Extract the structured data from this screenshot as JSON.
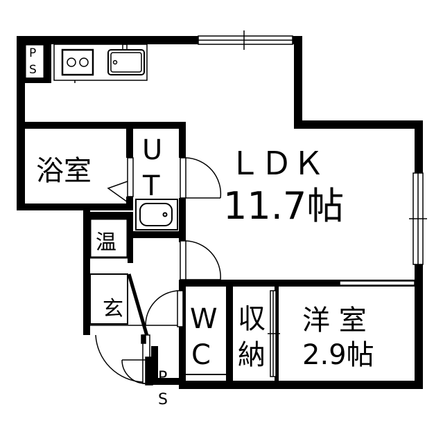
{
  "rooms": {
    "ldk_name": "ＬＤＫ",
    "ldk_size": "11.7帖",
    "bath": "浴室",
    "utility_top": "U",
    "utility_bottom": "T",
    "water_heater": "温",
    "entrance": "玄",
    "toilet_top": "W",
    "toilet_bottom": "C",
    "storage_top": "収",
    "storage_bottom": "納",
    "western_name": "洋 室",
    "western_size": "2.9帖"
  },
  "ps_labels": {
    "top_left_1": "P",
    "top_left_2": "S",
    "bottom_1": "P",
    "bottom_2": "S"
  }
}
